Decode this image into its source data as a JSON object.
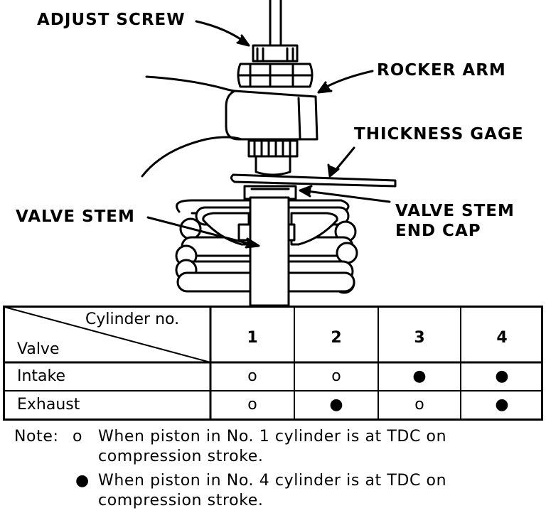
{
  "labels": {
    "adjust_screw": "ADJUST SCREW",
    "rocker_arm": "ROCKER ARM",
    "thickness_gage": "THICKNESS GAGE",
    "valve_stem": "VALVE STEM",
    "valve_stem_end_cap_line1": "VALVE STEM",
    "valve_stem_end_cap_line2": "END CAP"
  },
  "table": {
    "header_top": "Cylinder no.",
    "header_bottom": "Valve",
    "cylinders": [
      "1",
      "2",
      "3",
      "4"
    ],
    "rows": [
      {
        "label": "Intake",
        "cells": [
          "o",
          "o",
          "●",
          "●"
        ]
      },
      {
        "label": "Exhaust",
        "cells": [
          "o",
          "●",
          "o",
          "●"
        ]
      }
    ]
  },
  "notes": [
    {
      "prefix": "Note:",
      "symbol": "o",
      "line1": "When piston in No. 1 cylinder is at TDC on",
      "line2": "compression stroke."
    },
    {
      "prefix": "",
      "symbol": "●",
      "line1": "When piston in No. 4 cylinder is at TDC on",
      "line2": "compression stroke."
    }
  ],
  "colors": {
    "ink": "#000000",
    "paper": "#ffffff"
  }
}
